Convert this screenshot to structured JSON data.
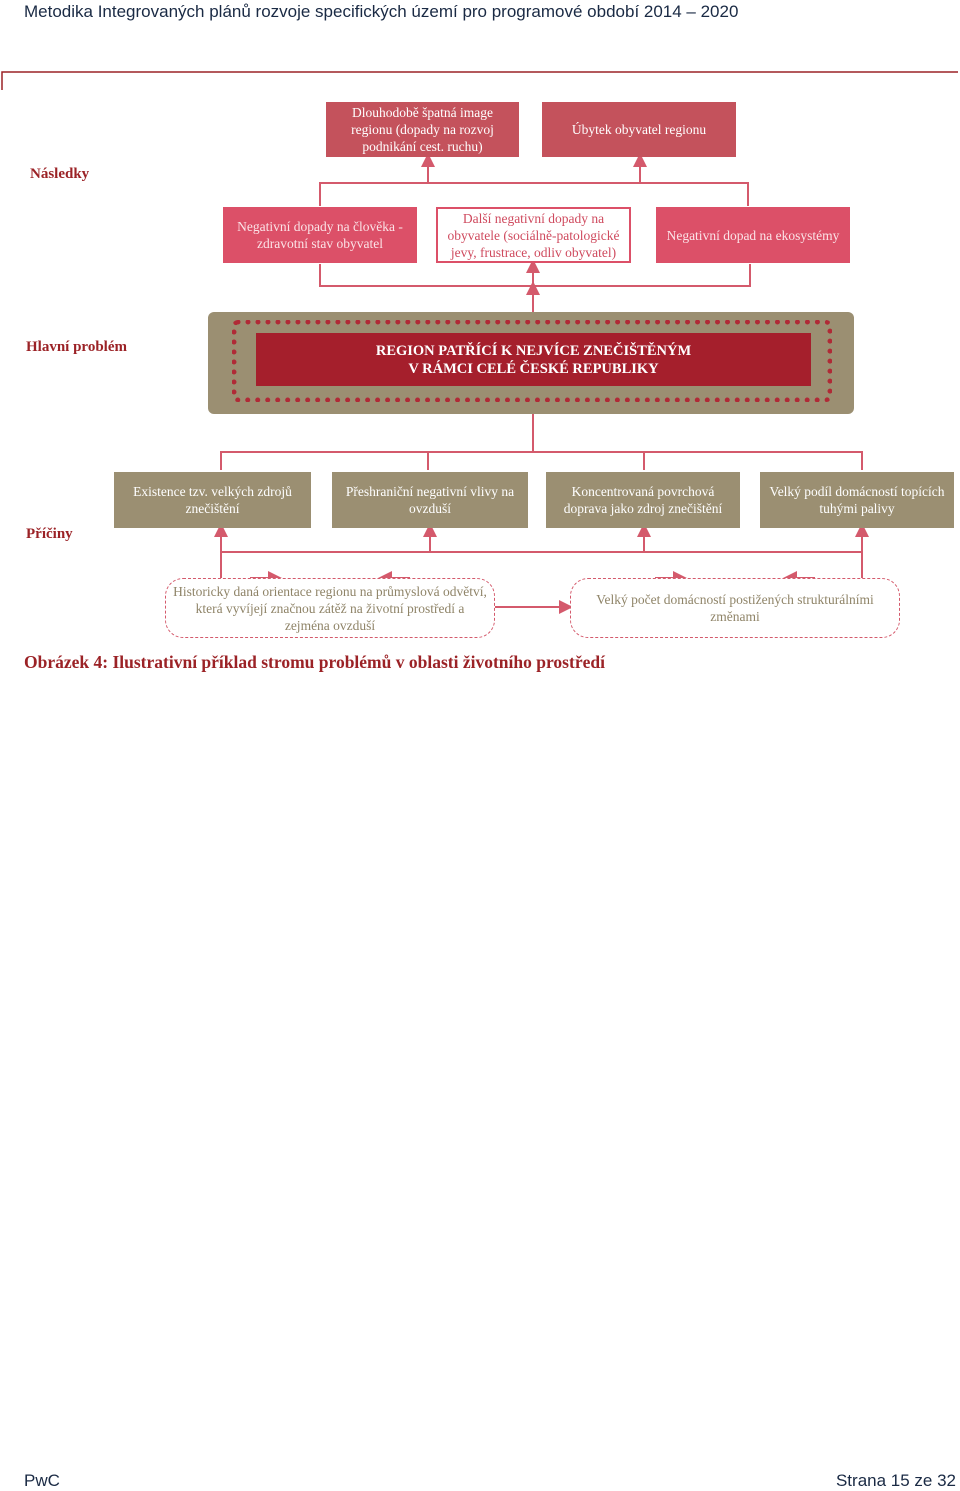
{
  "header": {
    "title": "Metodika Integrovaných plánů rozvoje specifických území pro programové období 2014 – 2020"
  },
  "labels": {
    "nasledky": "Následky",
    "hlavni_problem": "Hlavní problém",
    "priciny": "Příčiny"
  },
  "consequences_top": [
    {
      "text": "Dlouhodobě špatná image regionu (dopady na rozvoj podnikání cest. ruchu)"
    },
    {
      "text": "Úbytek obyvatel regionu"
    }
  ],
  "consequences_mid": [
    {
      "text": "Negativní dopady na člověka - zdravotní stav obyvatel"
    },
    {
      "text": "Další negativní dopady na obyvatele (sociálně-patologické jevy, frustrace, odliv obyvatel)"
    },
    {
      "text": "Negativní dopad na ekosystémy"
    }
  ],
  "main_problem": {
    "line1": "REGION PATŘÍCÍ K NEJVÍCE ZNEČIŠTĚNÝM",
    "line2": "V RÁMCI CELÉ ČESKÉ REPUBLIKY"
  },
  "causes": [
    {
      "text": "Existence tzv. velkých zdrojů znečištění"
    },
    {
      "text": "Přeshraniční negativní vlivy na ovzduší"
    },
    {
      "text": "Koncentrovaná povrchová doprava jako zdroj znečištění"
    },
    {
      "text": "Velký podíl domácností topících tuhými palivy"
    }
  ],
  "root_causes": [
    {
      "text": "Historicky daná orientace regionu na průmyslová odvětví, která vyvíjejí značnou zátěž na životní prostředí a zejména ovzduší"
    },
    {
      "text": "Velký počet domácností postižených strukturálními změnami"
    }
  ],
  "caption": "Obrázek 4: Ilustrativní příklad stromu problémů v oblasti životního prostředí",
  "footer": {
    "left": "PwC",
    "right": "Strana 15 ze 32"
  },
  "colors": {
    "accent": "#9b2226",
    "connector": "#d45a6c",
    "tan": "#9b8f72",
    "main": "#a51f2c"
  }
}
